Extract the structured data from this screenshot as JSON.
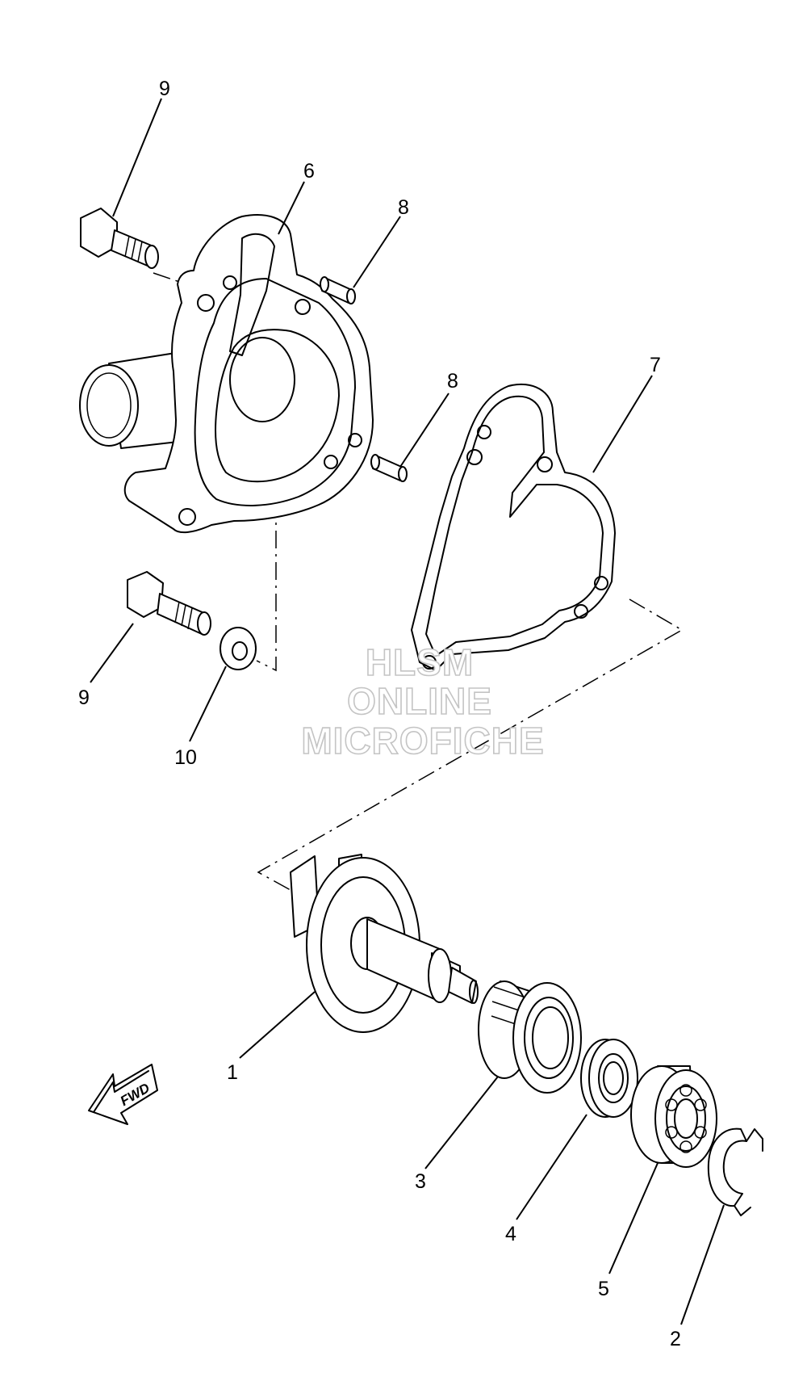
{
  "callouts": [
    {
      "id": "c1",
      "label": "1"
    },
    {
      "id": "c2",
      "label": "2"
    },
    {
      "id": "c3",
      "label": "3"
    },
    {
      "id": "c4",
      "label": "4"
    },
    {
      "id": "c5",
      "label": "5"
    },
    {
      "id": "c6",
      "label": "6"
    },
    {
      "id": "c7",
      "label": "7"
    },
    {
      "id": "c8a",
      "label": "8"
    },
    {
      "id": "c8b",
      "label": "8"
    },
    {
      "id": "c9a",
      "label": "9"
    },
    {
      "id": "c9b",
      "label": "9"
    },
    {
      "id": "c10",
      "label": "10"
    }
  ],
  "watermark": {
    "line1": "HLSM",
    "line2": "ONLINE",
    "line3": "MICROFICHE"
  },
  "fwd_arrow": {
    "label": "FWD"
  }
}
